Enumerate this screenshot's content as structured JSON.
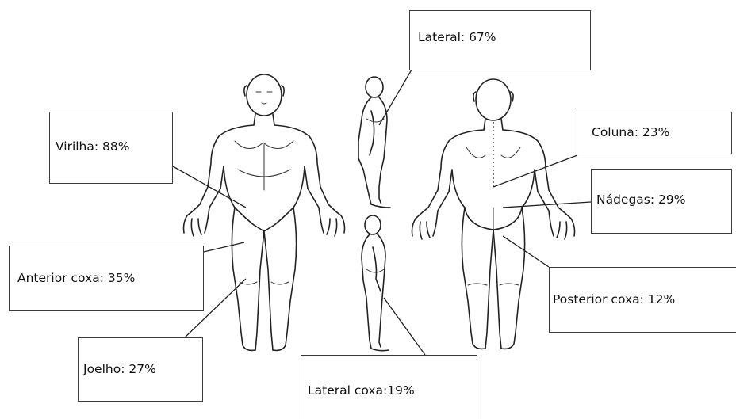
{
  "labels": {
    "lateral": "Lateral: 67%",
    "coluna": "Coluna: 23%",
    "virilha": "Virilha: 88%",
    "nadegas": "Nádegas: 29%",
    "anterior_coxa": "Anterior coxa: 35%",
    "posterior_coxa": "Posterior coxa: 12%",
    "joelho": "Joelho: 27%",
    "lateral_coxa": "Lateral coxa:19%"
  }
}
